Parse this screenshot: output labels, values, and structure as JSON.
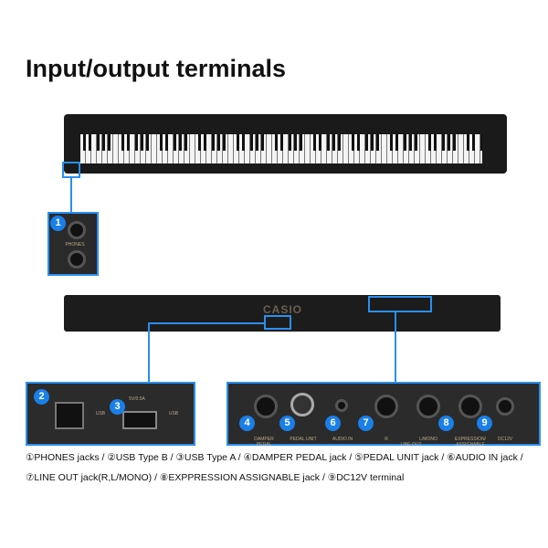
{
  "title": "Input/output terminals",
  "brand": "CASIO",
  "accent": "#2a8ff0",
  "callouts": [
    "1",
    "2",
    "3",
    "4",
    "5",
    "6",
    "7",
    "8",
    "9"
  ],
  "panel_labels": {
    "phones": "PHONES",
    "usb_b": "USB",
    "usb_a": "5V/0.5A",
    "damper": "DAMPER PEDAL",
    "pedal_unit": "PEDAL UNIT",
    "audio_in": "AUDIO IN",
    "r": "R",
    "l_mono": "L/MONO",
    "line_out": "LINE OUT",
    "expression": "EXPRESSION/ ASSIGNABLE",
    "dc": "DC12V"
  },
  "captions": [
    "①PHONES jacks / ②USB Type B / ③USB Type A / ④DAMPER PEDAL jack / ⑤PEDAL UNIT jack / ⑥AUDIO IN jack /",
    "⑦LINE OUT jack(R,L/MONO) / ⑧EXPPRESSION ASSIGNABLE jack / ⑨DC12V terminal"
  ]
}
